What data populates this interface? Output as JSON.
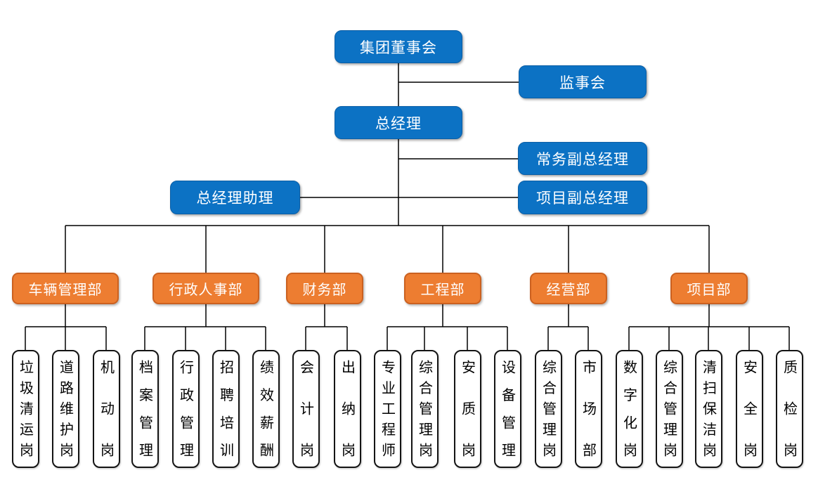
{
  "org": {
    "board": "集团董事会",
    "supervisory": "监事会",
    "general_manager": "总经理",
    "executive_deputy_gm": "常务副总经理",
    "gm_assistant": "总经理助理",
    "project_deputy_gm": "项目副总经理",
    "departments": [
      {
        "label": "车辆管理部",
        "positions": [
          "垃圾清运岗",
          "道路维护岗",
          "机动岗"
        ]
      },
      {
        "label": "行政人事部",
        "positions": [
          "档案管理",
          "行政管理",
          "招聘培训",
          "绩效薪酬"
        ]
      },
      {
        "label": "财务部",
        "positions": [
          "会计岗",
          "出纳岗"
        ]
      },
      {
        "label": "工程部",
        "positions": [
          "专业工程师",
          "综合管理岗",
          "安质岗",
          "设备管理"
        ]
      },
      {
        "label": "经营部",
        "positions": [
          "综合管理岗",
          "市场部"
        ]
      },
      {
        "label": "项目部",
        "positions": [
          "数字化岗",
          "综合管理岗",
          "清扫保洁岗",
          "安全岗",
          "质检岗"
        ]
      }
    ],
    "colors": {
      "executive_blue": "#0C72C4",
      "department_orange": "#ED7D31",
      "connector_black": "#000000",
      "position_border": "#141414",
      "text_on_color": "#FFFFFF",
      "position_text": "#000000"
    }
  }
}
